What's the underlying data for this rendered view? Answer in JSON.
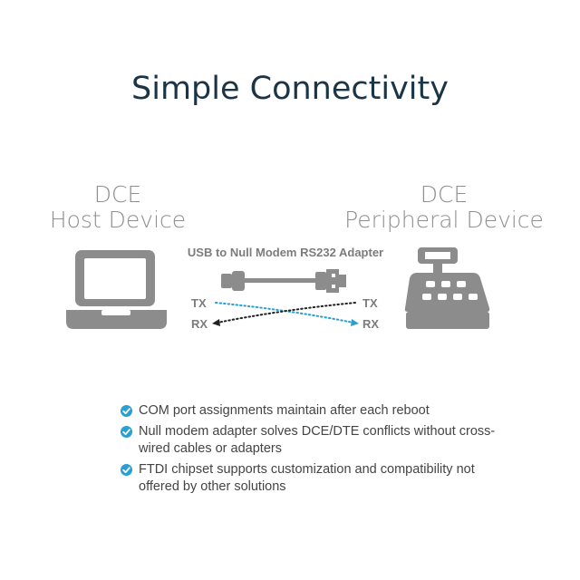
{
  "title": "Simple Connectivity",
  "left_device": {
    "line1": "DCE",
    "line2": "Host Device",
    "icon": "laptop-icon"
  },
  "right_device": {
    "line1": "DCE",
    "line2": "Peripheral Device",
    "icon": "cash-register-icon"
  },
  "adapter_label": "USB to Null Modem RS232 Adapter",
  "signals": {
    "tx_left": "TX",
    "rx_left": "RX",
    "tx_right": "TX",
    "rx_right": "RX"
  },
  "features": [
    "COM port assignments maintain after each reboot",
    "Null modem adapter solves DCE/DTE conflicts without cross-wired cables or adapters",
    "FTDI chipset supports customization and compatibility not offered by other solutions"
  ],
  "colors": {
    "title": "#1b3547",
    "icon_gray": "#8c8c8c",
    "tx_line": "#2a9fd0",
    "rx_line": "#222222",
    "check": "#2a9fd0"
  }
}
